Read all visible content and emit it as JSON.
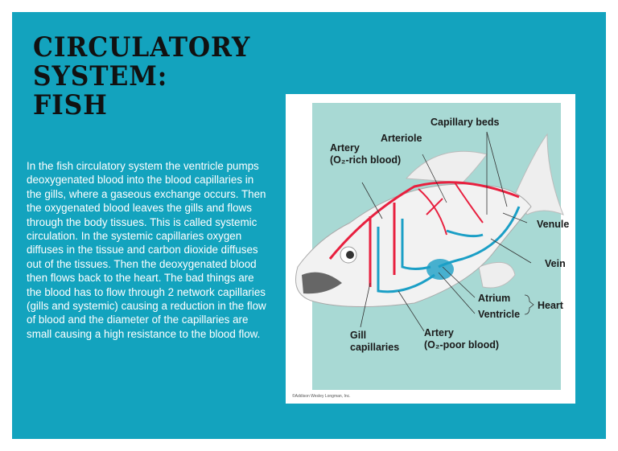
{
  "slide": {
    "title_lines": [
      "CIRCULATORY",
      "SYSTEM:",
      "FISH"
    ],
    "body": "In the fish circulatory system the ventricle pumps deoxygenated blood into the blood capillaries in the gills, where a gaseous exchange occurs. Then the oxygenated blood leaves the gills and flows through the body tissues. This is called systemic circulation. In the systemic capillaries oxygen diffuses in the tissue and carbon dioxide diffuses out of the tissues. Then the deoxygenated blood then flows back to the heart. The bad things are the blood has to flow through 2 network capillaries (gills and systemic) causing a reduction in the flow of blood and the diameter of the capillaries are small causing a high resistance to the blood flow."
  },
  "figure": {
    "labels": {
      "capillary_beds": "Capillary beds",
      "arteriole": "Arteriole",
      "artery_rich_1": "Artery",
      "artery_rich_2": "(O₂-rich blood)",
      "venule": "Venule",
      "vein": "Vein",
      "atrium": "Atrium",
      "ventricle": "Ventricle",
      "heart": "Heart",
      "gill_1": "Gill",
      "gill_2": "capillaries",
      "artery_poor_1": "Artery",
      "artery_poor_2": "(O₂-poor blood)"
    },
    "credit": "©Addison Wesley Longman, Inc.",
    "colors": {
      "oxygen_rich": "#e8203f",
      "oxygen_poor": "#1b9fc6",
      "panel": "#a8d9d4",
      "slide": "#13a3be"
    }
  }
}
